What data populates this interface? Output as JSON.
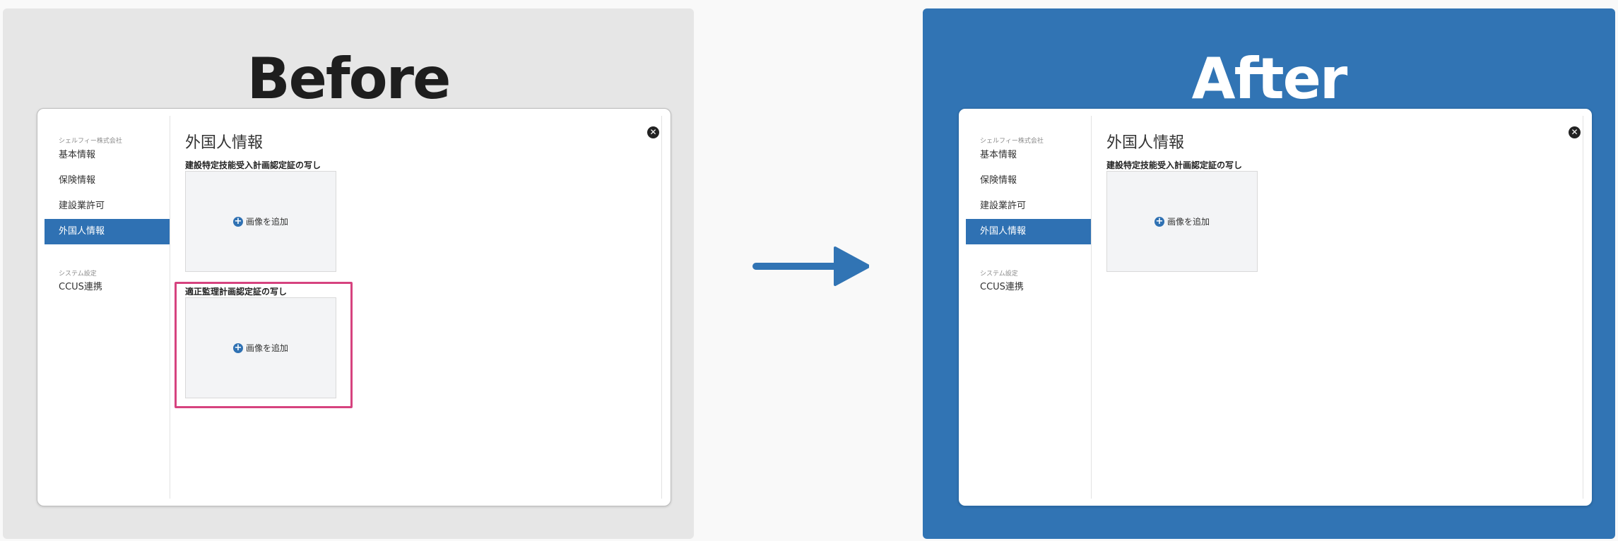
{
  "before": {
    "heading": "Before",
    "window": {
      "sidebar": {
        "company_label": "シェルフィー株式会社",
        "items": [
          "基本情報",
          "保険情報",
          "建設業許可",
          "外国人情報"
        ],
        "active_index": 3,
        "system_label": "システム設定",
        "system_items": [
          "CCUS連携"
        ]
      },
      "title": "外国人情報",
      "sections": [
        {
          "label": "建設特定技能受入計画認定証の写し",
          "upload_label": "画像を追加"
        },
        {
          "label": "適正監理計画認定証の写し",
          "upload_label": "画像を追加",
          "highlighted": true
        }
      ]
    }
  },
  "after": {
    "heading": "After",
    "window": {
      "sidebar": {
        "company_label": "シェルフィー株式会社",
        "items": [
          "基本情報",
          "保険情報",
          "建設業許可",
          "外国人情報"
        ],
        "active_index": 3,
        "system_label": "システム設定",
        "system_items": [
          "CCUS連携"
        ]
      },
      "title": "外国人情報",
      "sections": [
        {
          "label": "建設特定技能受入計画認定証の写し",
          "upload_label": "画像を追加"
        }
      ]
    }
  },
  "icons": {
    "close": "close-circle-icon",
    "add": "plus-circle-icon",
    "transition": "arrow-right-icon"
  },
  "colors": {
    "accent_blue": "#2f71b3",
    "after_background": "#3174b4",
    "before_background": "#e6e6e6",
    "highlight": "#d6437f"
  }
}
